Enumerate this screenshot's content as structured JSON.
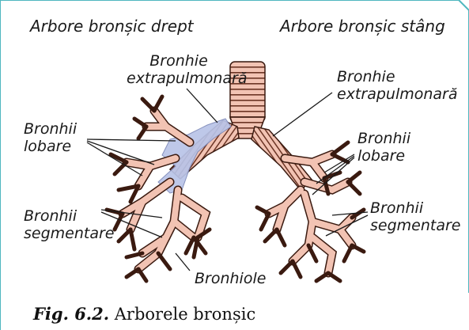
{
  "titles": {
    "left": "Arbore bronșic drept",
    "right": "Arbore bronșic stâng"
  },
  "labels": {
    "extra_left_line1": "Bronhie",
    "extra_left_line2": "extrapulmonară",
    "extra_right_line1": "Bronhie",
    "extra_right_line2": "extrapulmonară",
    "lobare_left_line1": "Bronhii",
    "lobare_left_line2": "lobare",
    "lobare_right_line1": "Bronhii",
    "lobare_right_line2": "lobare",
    "segm_left_line1": "Bronhii",
    "segm_left_line2": "segmentare",
    "segm_right_line1": "Bronhii",
    "segm_right_line2": "segmentare",
    "bronhiole": "Bronhiole"
  },
  "caption": {
    "number": "Fig. 6.2.",
    "text": "Arborele bronșic"
  },
  "colors": {
    "frame": "#4fb7bf",
    "airway_fill": "#f2c3b3",
    "airway_ring": "#4a2418",
    "highlight": "#b9c4e8"
  }
}
